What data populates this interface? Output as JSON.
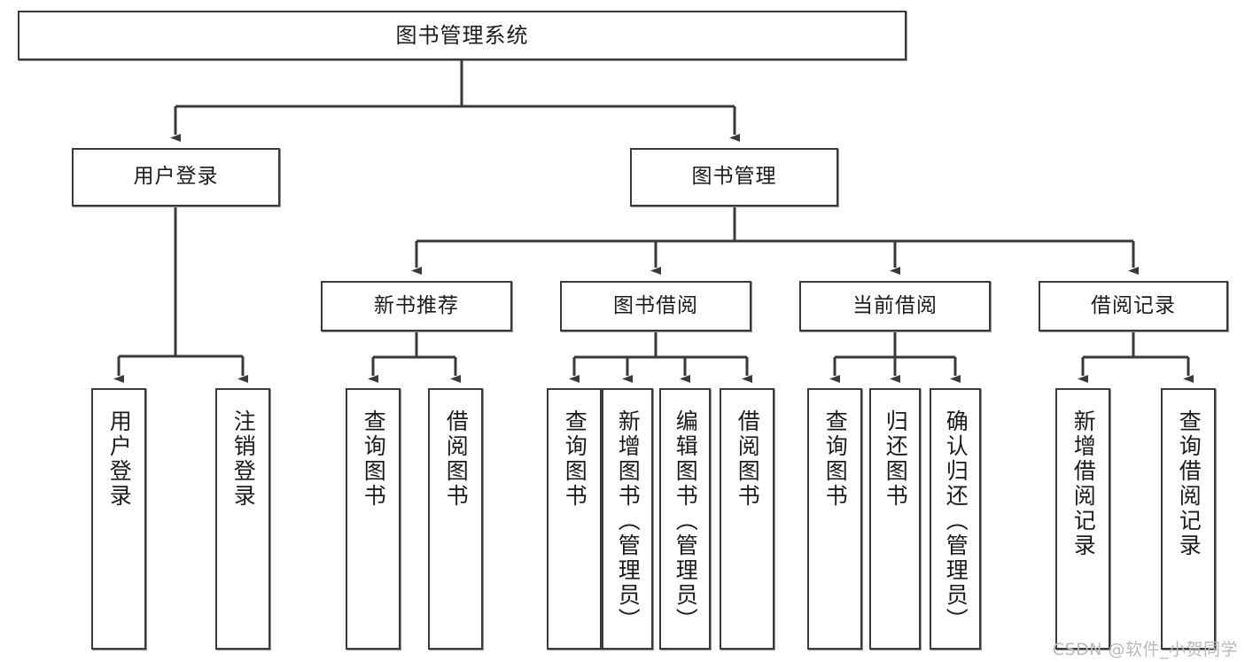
{
  "diagram": {
    "title": "图书管理系统",
    "type": "tree",
    "watermark": "CSDN @软件_小贺同学",
    "line_color": "#3a3a3a",
    "box_fill": "#ffffff",
    "text_color": "#1b1b1b"
  },
  "nodes": {
    "root": {
      "label": "图书管理系统"
    },
    "level2": [
      {
        "label": "用户登录"
      },
      {
        "label": "图书管理"
      }
    ],
    "level3": [
      {
        "label": "新书推荐"
      },
      {
        "label": "图书借阅"
      },
      {
        "label": "当前借阅"
      },
      {
        "label": "借阅记录"
      }
    ],
    "leaves": {
      "user_login": [
        {
          "label": "用户登录"
        },
        {
          "label": "注销登录"
        }
      ],
      "new_book": [
        {
          "label": "查询图书"
        },
        {
          "label": "借阅图书"
        }
      ],
      "book_borrow": [
        {
          "label": "查询图书"
        },
        {
          "label": "新增图书（管理员）"
        },
        {
          "label": "编辑图书（管理员）"
        },
        {
          "label": "借阅图书"
        }
      ],
      "current_borrow": [
        {
          "label": "查询图书"
        },
        {
          "label": "归还图书"
        },
        {
          "label": "确认归还（管理员）"
        }
      ],
      "borrow_record": [
        {
          "label": "新增借阅记录"
        },
        {
          "label": "查询借阅记录"
        }
      ]
    }
  }
}
